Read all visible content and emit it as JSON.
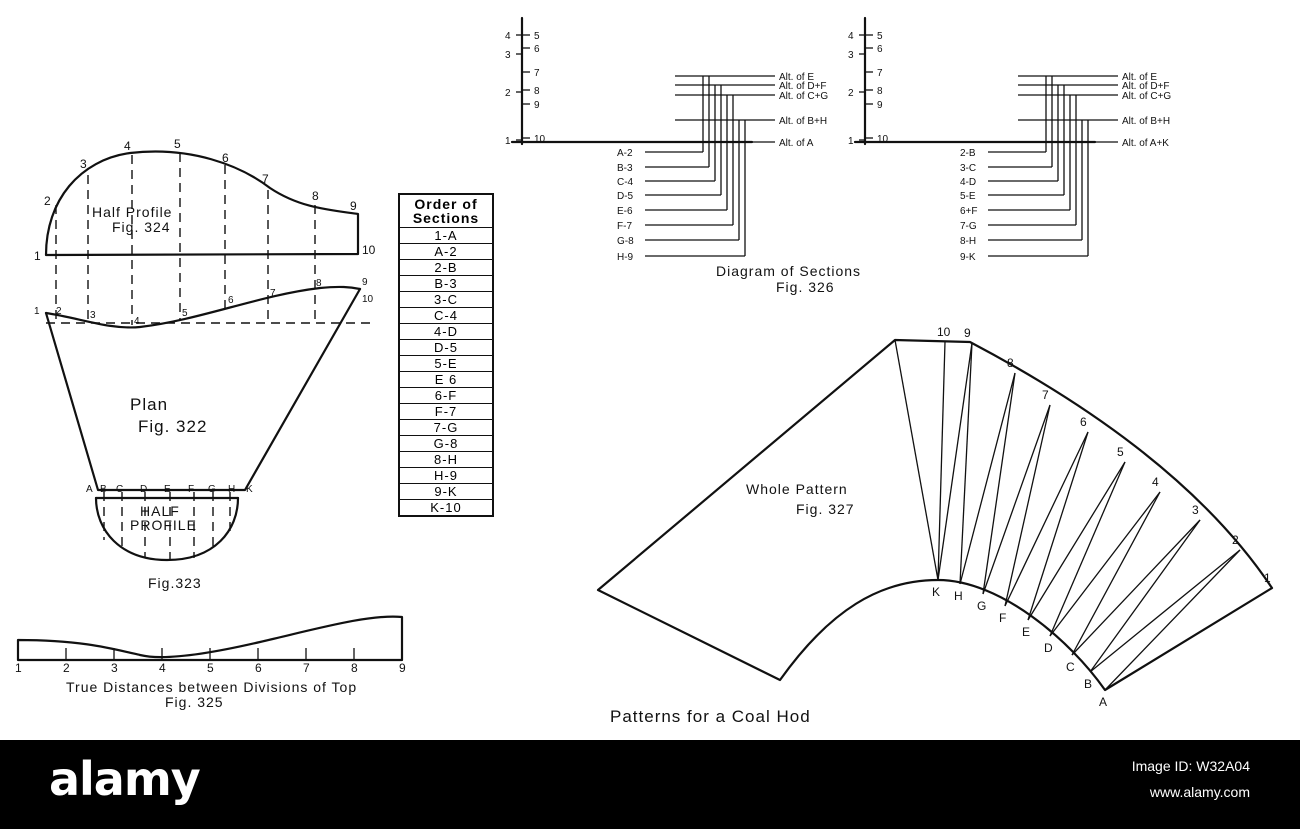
{
  "title": "Patterns for a Coal Hod",
  "fig322": {
    "name": "Plan",
    "fig": "Fig. 322"
  },
  "fig323": {
    "name": "Half Profile",
    "fig": "Fig.323"
  },
  "fig324": {
    "name": "Half Profile",
    "fig": "Fig. 324"
  },
  "fig325": {
    "caption": "True Distances between Divisions of Top",
    "fig": "Fig. 325"
  },
  "fig326": {
    "caption": "Diagram of Sections",
    "fig": "Fig. 326"
  },
  "fig327": {
    "name": "Whole Pattern",
    "fig": "Fig. 327"
  },
  "order_table": {
    "header": [
      "Order of",
      "Sections"
    ],
    "rows": [
      "1-A",
      "A-2",
      "2-B",
      "B-3",
      "3-C",
      "C-4",
      "4-D",
      "D-5",
      "5-E",
      "E 6",
      "6-F",
      "F-7",
      "7-G",
      "G-8",
      "8-H",
      "H-9",
      "9-K",
      "K-10"
    ]
  },
  "profile_points": [
    "1",
    "2",
    "3",
    "4",
    "5",
    "6",
    "7",
    "8",
    "9",
    "10"
  ],
  "plan_points": [
    "1",
    "2",
    "3",
    "4",
    "5",
    "6",
    "7",
    "8",
    "9",
    "10"
  ],
  "half_profile_letters": [
    "A",
    "B",
    "C",
    "D",
    "E",
    "F",
    "G",
    "H",
    "K"
  ],
  "fig325_ticks": [
    "1",
    "2",
    "3",
    "4",
    "5",
    "6",
    "7",
    "8",
    "9"
  ],
  "fig326_left": {
    "scale_left": [
      "4",
      "3",
      "2",
      "1"
    ],
    "scale_right": [
      "5",
      "6",
      "7",
      "8",
      "9",
      "10"
    ],
    "alt_labels": [
      "Alt. of E",
      "Alt. of D+F",
      "Alt. of C+G",
      "Alt. of B+H",
      "Alt. of A"
    ],
    "section_labels": [
      "A-2",
      "B-3",
      "C-4",
      "D-5",
      "E-6",
      "F-7",
      "G-8",
      "H-9"
    ]
  },
  "fig326_right": {
    "scale_left": [
      "4",
      "3",
      "2",
      "1"
    ],
    "scale_right": [
      "5",
      "6",
      "7",
      "8",
      "9",
      "10"
    ],
    "alt_labels": [
      "Alt. of E",
      "Alt. of D+F",
      "Alt. of C+G",
      "Alt. of B+H",
      "Alt. of A+K"
    ],
    "section_labels": [
      "2-B",
      "3-C",
      "4-D",
      "5-E",
      "6+F",
      "7-G",
      "8-H",
      "9-K"
    ]
  },
  "pattern_numbers": [
    "10",
    "9",
    "8",
    "7",
    "6",
    "5",
    "4",
    "3",
    "2",
    "1"
  ],
  "pattern_letters": [
    "K",
    "H",
    "G",
    "F",
    "E",
    "D",
    "C",
    "B",
    "A"
  ],
  "footer": {
    "brand": "alamy",
    "image_id": "Image ID: W32A04",
    "url": "www.alamy.com"
  }
}
